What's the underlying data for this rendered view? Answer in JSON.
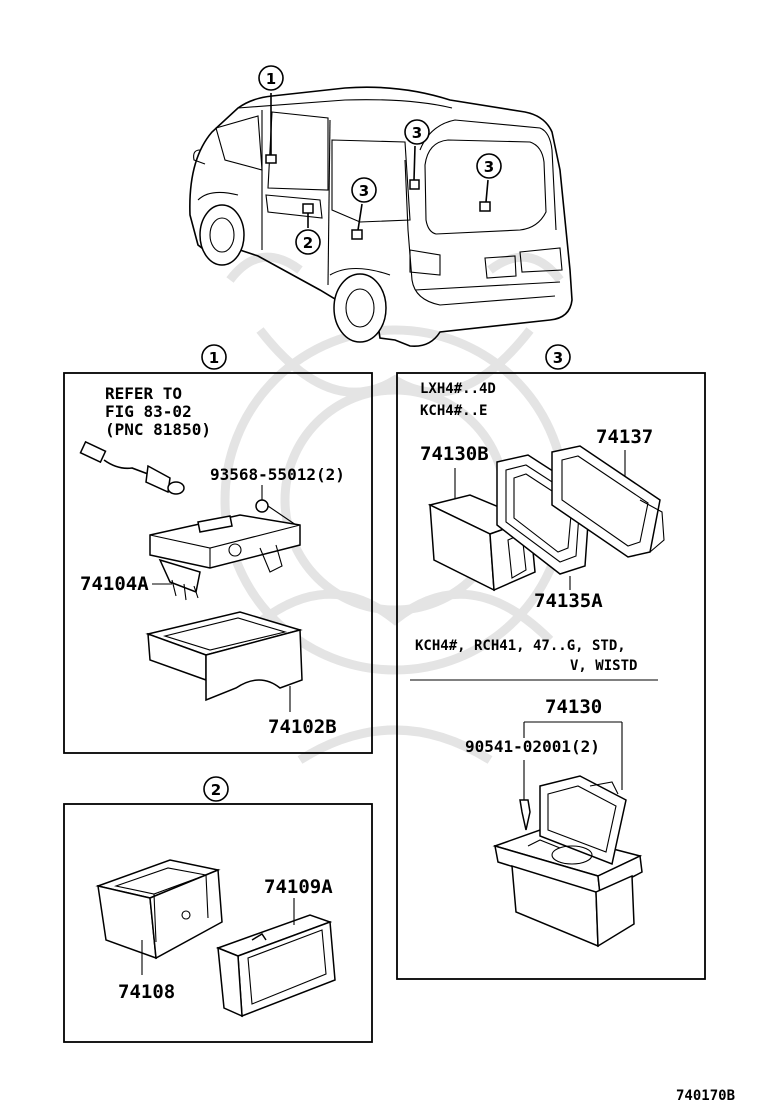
{
  "diagram_code": "740170B",
  "callouts": {
    "c1": "1",
    "c2": "2",
    "c3": "3"
  },
  "panel1": {
    "refer_line1": "REFER TO",
    "refer_line2": "FIG 83-02",
    "refer_line3": "(PNC 81850)",
    "screw": "93568-55012(2)",
    "part_a": "74104A",
    "part_b": "74102B"
  },
  "panel2": {
    "part_a": "74109A",
    "part_b": "74108"
  },
  "panel3": {
    "model_line1": "LXH4#..4D",
    "model_line2": "KCH4#..E",
    "part_a": "74130B",
    "part_b": "74137",
    "part_c": "74135A",
    "model_line3": "KCH4#, RCH41, 47..G, STD,",
    "model_line4": "V, WISTD",
    "part_d": "74130",
    "screw": "90541-02001(2)"
  }
}
